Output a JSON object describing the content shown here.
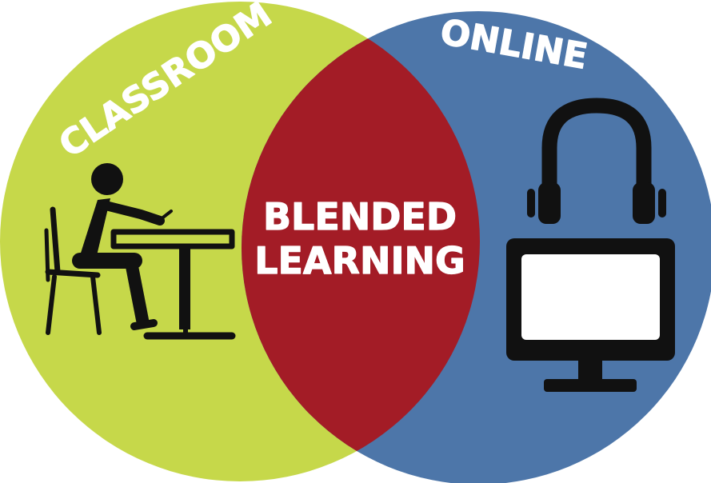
{
  "diagram": {
    "left_set": {
      "label": "CLASSROOM",
      "icon": "student-at-desk-icon",
      "color": "#c6d84a"
    },
    "right_set": {
      "label": "ONLINE",
      "icon": "computer-with-headphones-icon",
      "color": "#4d76a9"
    },
    "intersection": {
      "line1": "BLENDED",
      "line2": "LEARNING",
      "color": "#a31c26"
    },
    "icon_color": "#111111",
    "screen_color": "#ffffff"
  }
}
